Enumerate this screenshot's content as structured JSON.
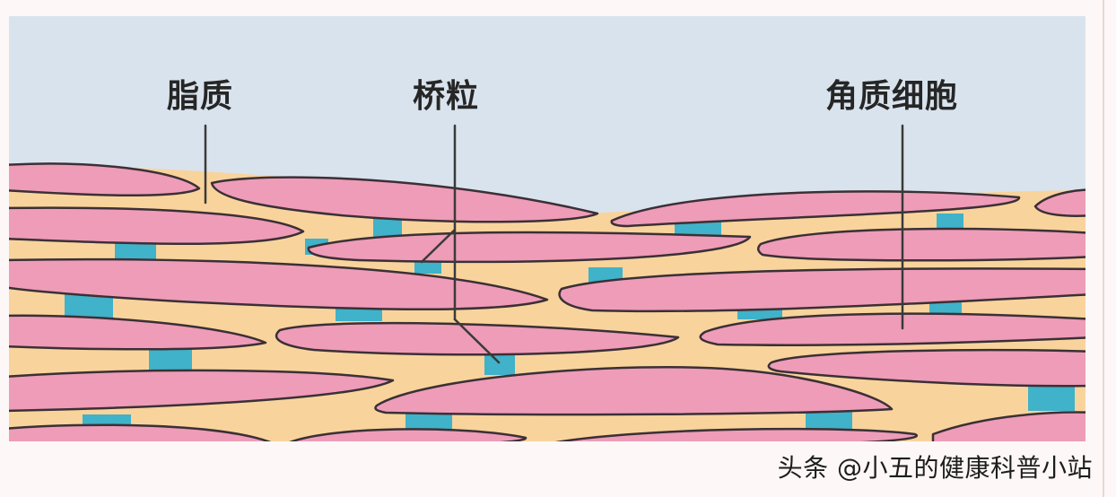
{
  "labels": {
    "lipid": "脂质",
    "desmosome": "桥粒",
    "corneocyte": "角质细胞"
  },
  "watermark": "头条 @小五的健康科普小站",
  "colors": {
    "sky": "#d9e3ed",
    "lipid_layer": "#f8d49c",
    "corneocyte_fill": "#ee9cb8",
    "corneocyte_stroke": "#3b3036",
    "desmosome": "#40b2c9",
    "leader_line": "#3a3a3a"
  }
}
